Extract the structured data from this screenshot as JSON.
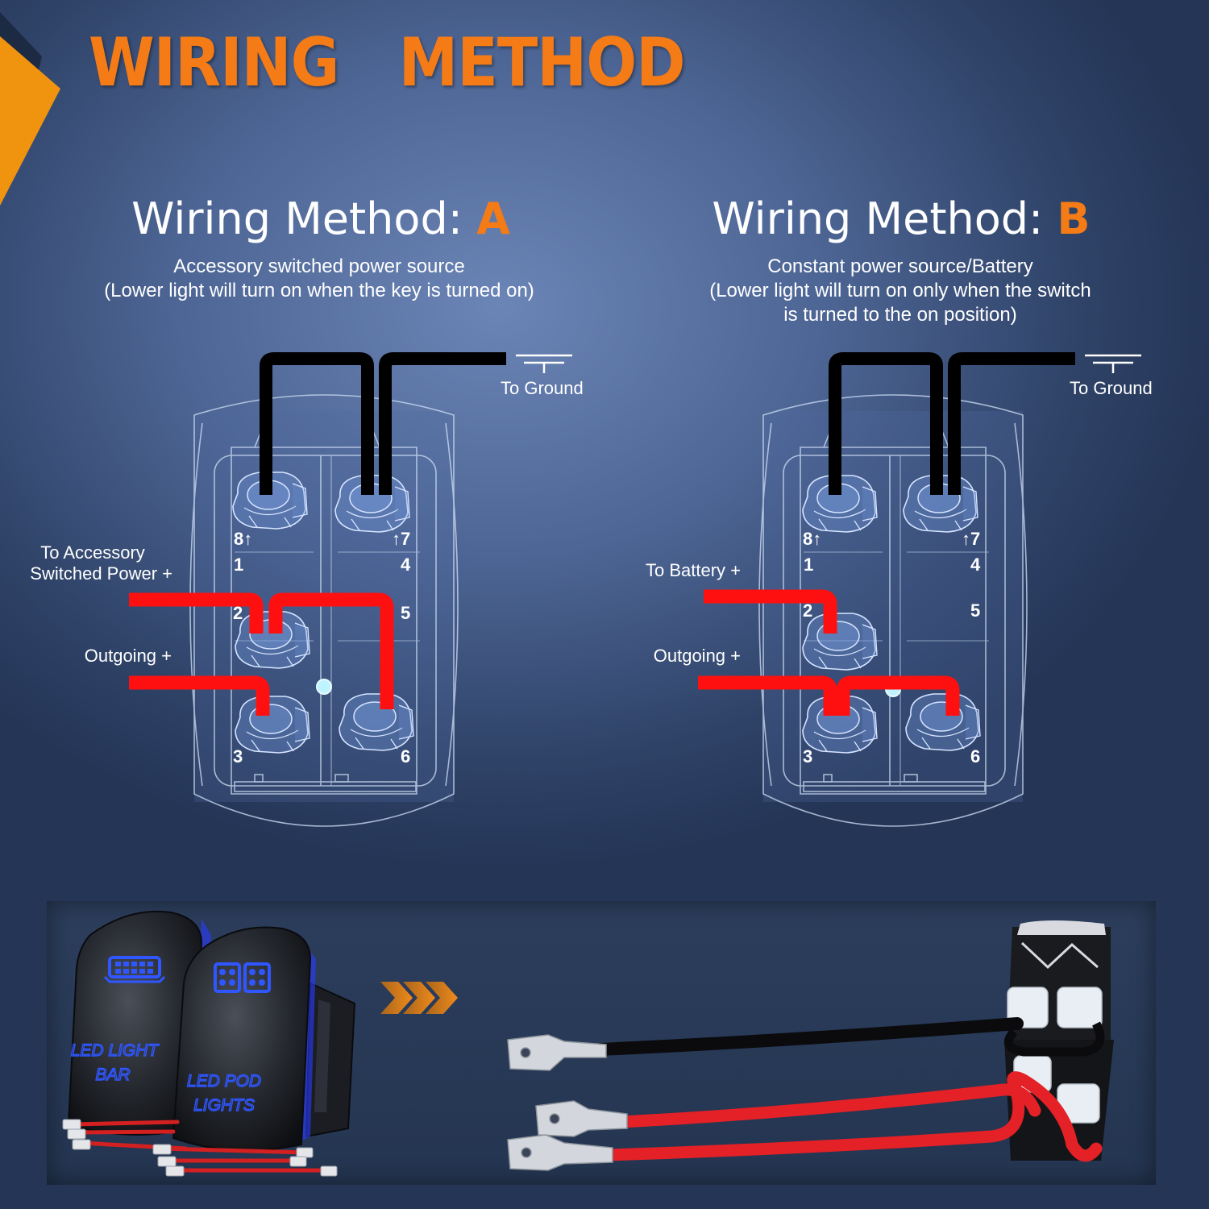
{
  "header": {
    "title": "WIRING   METHOD"
  },
  "method_a": {
    "label": "Wiring Method: ",
    "letter": "A",
    "desc_line1": "Accessory switched power source",
    "desc_line2": "(Lower light will turn on when the key is turned on)",
    "ground_label": "To Ground",
    "input_label_line1": "To Accessory",
    "input_label_line2": "Switched Power +",
    "output_label": "Outgoing +"
  },
  "method_b": {
    "label": "Wiring Method: ",
    "letter": "B",
    "desc_line1": "Constant power source/Battery",
    "desc_line2": "(Lower light will turn on only when the switch",
    "desc_line3": "is turned to the on position)",
    "ground_label": "To Ground",
    "input_label": "To Battery +",
    "output_label": "Outgoing +"
  },
  "pins": {
    "p8": "8↑",
    "p7": "↑7",
    "p1": "1",
    "p4": "4",
    "p2": "2",
    "p5": "5",
    "p3": "3",
    "p6": "6"
  },
  "products": {
    "switch1_line1": "LED LIGHT",
    "switch1_line2": "BAR",
    "switch2_line1": "LED POD",
    "switch2_line2": "LIGHTS"
  },
  "colors": {
    "accent": "#f47b16",
    "wire_red": "#ff1010",
    "wire_black": "#000000",
    "switch_blue": "#2a4dff"
  }
}
